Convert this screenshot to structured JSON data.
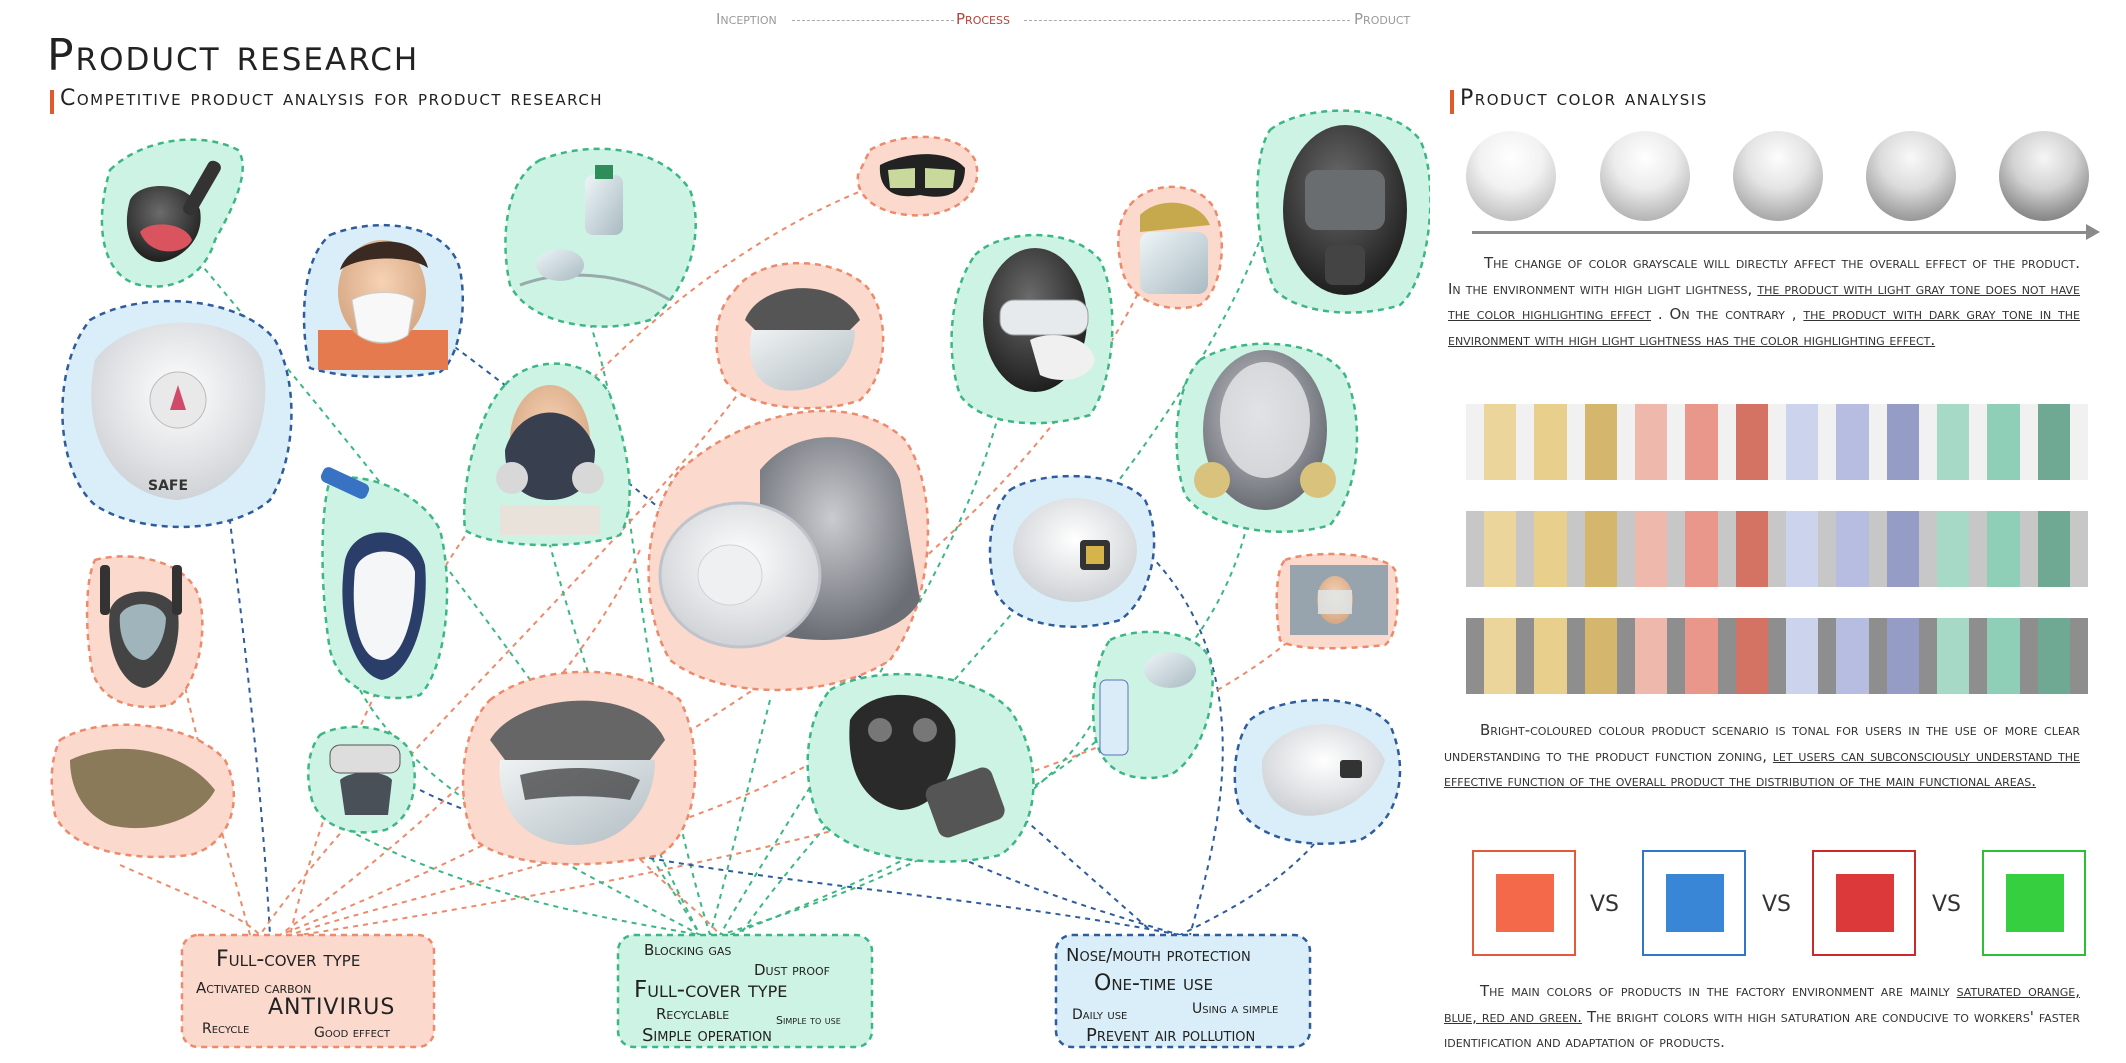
{
  "nav": {
    "step1": "Inception",
    "step2": "Process",
    "step3": "Product"
  },
  "title": "Product research",
  "left_section": "Competitive product analysis for product research",
  "right_section": "Product color analysis",
  "colors": {
    "accent": "#e05a2b",
    "orange_blob": "#fbd9cc",
    "orange_border": "#ec8a6b",
    "green_blob": "#cdf3e4",
    "green_border": "#3cb784",
    "blue_blob": "#d9eef8",
    "blue_border": "#2e5c9c"
  },
  "products": [
    "snorkel-mask",
    "child-mask",
    "oxygen-mask",
    "dive-goggles",
    "face-shield",
    "welding-face-shield",
    "gas-mask-full",
    "kn95-valve-mask",
    "half-face-respirator",
    "helmet-visor",
    "full-face-snorkel-orange",
    "full-face-snorkel-green",
    "gas-mask-mannequin",
    "goggles-mannequin",
    "dust-mask",
    "nebulizer",
    "folding-3m-mask",
    "tactical-mask",
    "small-gas-mask",
    "military-gas-mask",
    "full-face-respirator",
    "person-face-shield",
    "disposable-respirator"
  ],
  "boxes": {
    "left": {
      "title": "Full-cover type",
      "line1": "Activated carbon",
      "big": "ANTIVIRUS",
      "tag1": "Recycle",
      "tag2": "Good effect"
    },
    "middle": {
      "line1": "Blocking gas",
      "line2": "Dust proof",
      "big": "Full-cover type",
      "line3": "Recyclable",
      "line4": "Simple to use",
      "line5": "Simple operation"
    },
    "right": {
      "line1": "Nose/mouth protection",
      "big": "One-time use",
      "line2": "Using a simple",
      "line3": "Daily use",
      "line4": "Prevent air pollution"
    }
  },
  "para1": {
    "a": "The change of color grayscale will directly affect the overall effect of the product. In the environment with high light lightness, ",
    "u1": "the product with light gray tone does not have the color highlighting effect",
    "b": " . On the contrary , ",
    "u2": "the product with dark gray tone in the environment with high light lightness has the color highlighting effect."
  },
  "palette": {
    "swatches": [
      "#ecd59a",
      "#e8cf8c",
      "#d4b66c",
      "#efb8ad",
      "#e8978a",
      "#d47363",
      "#ccd3ec",
      "#b6bde0",
      "#959dc6",
      "#a6dac6",
      "#8fcfb7",
      "#6fa994"
    ],
    "strip_bgs": [
      "#f1f1f1",
      "#c7c7c7",
      "#8e8e8e"
    ]
  },
  "para2": {
    "a": "Bright-coloured colour product scenario is tonal for users in the use of more clear understanding to the product function zoning, ",
    "u1": "let users can subconsciously understand the effective function of the overall product the distribution of the main functional areas."
  },
  "vs": {
    "label": "VS",
    "colors": [
      "#f4694a",
      "#3a86d6",
      "#dc3a3a",
      "#35cf3f"
    ],
    "borders": [
      "#e4593a",
      "#3076cc",
      "#cc2a2a",
      "#2cc036"
    ]
  },
  "para3": {
    "a": "The main colors of products in the factory environment are mainly ",
    "u1": "saturated orange, blue, red and green.",
    "b": " The bright colors with high saturation are conducive to workers' faster identification and adaptation of products."
  }
}
